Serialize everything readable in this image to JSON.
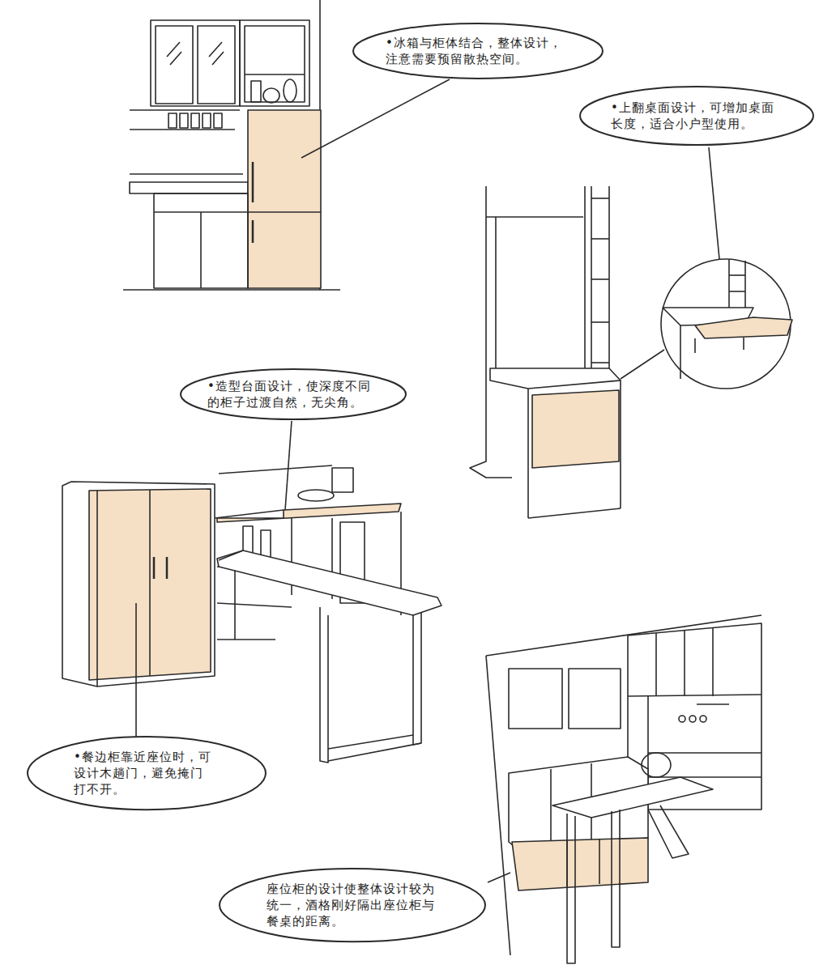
{
  "diagram": {
    "nodes": [
      {
        "text": [
          "•冰箱与柜体结合，整体设计， 注意需要预留散热空间。"
        ]
      },
      {
        "text": [
          "•上翻桌面设计，可增加桌面 长度，适合小户型使用。"
        ]
      },
      {
        "text": [
          "•造型台面设计，使深度不同 的柜子过渡自然，无尖角。"
        ]
      },
      {
        "text": [
          "•餐边柜靠近座位时，可 设计木趟门，避免掩门 打不开。"
        ]
      },
      {
        "text": [
          "座位柜的设计使整体设计较为 统一，酒格刚好隔出座位柜与 餐桌的距离。"
        ]
      }
    ]
  }
}
